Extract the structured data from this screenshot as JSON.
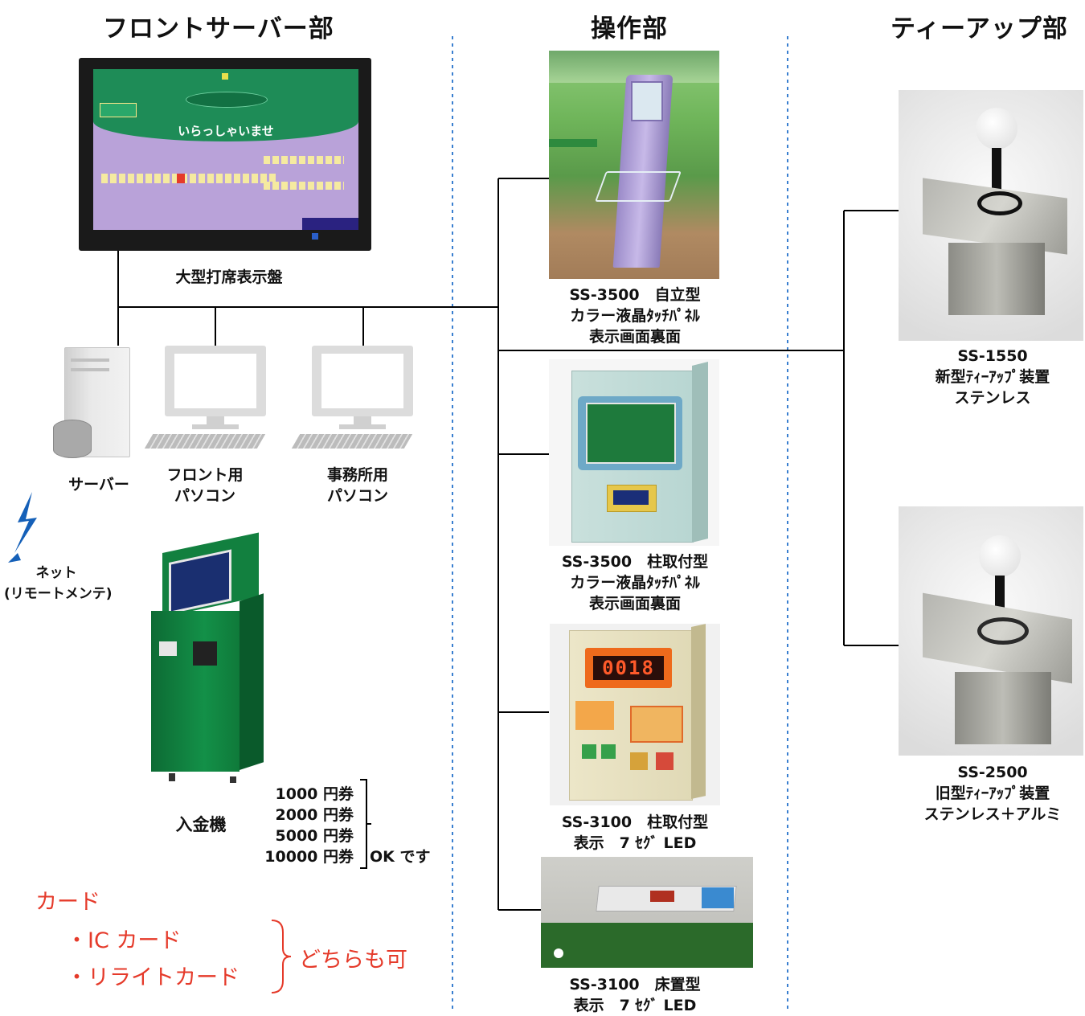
{
  "sections": {
    "front": "フロントサーバー部",
    "operation": "操作部",
    "teeup": "ティーアップ部"
  },
  "front": {
    "display_screen_greeting": "いらっしゃいませ",
    "display_label": "大型打席表示盤",
    "server_label": "サーバー",
    "front_pc_label": [
      "フロント用",
      "パソコン"
    ],
    "office_pc_label": [
      "事務所用",
      "パソコン"
    ],
    "net_label": [
      "ネット",
      "(リモートメンテ)"
    ],
    "deposit_machine_label": "入金機",
    "bills": [
      "1000 円券",
      "2000 円券",
      "5000 円券",
      "10000 円券"
    ],
    "bills_ok": "OK です"
  },
  "card": {
    "title": "カード",
    "items": [
      "・IC カード",
      "・リライトカード"
    ],
    "either": "どちらも可"
  },
  "operation": {
    "items": [
      {
        "lines": [
          "SS-3500　自立型",
          "カラー液晶ﾀｯﾁﾊﾟﾈﾙ",
          "表示画面裏面"
        ]
      },
      {
        "lines": [
          "SS-3500　柱取付型",
          "カラー液晶ﾀｯﾁﾊﾟﾈﾙ",
          "表示画面裏面"
        ]
      },
      {
        "lines": [
          "SS-3100　柱取付型",
          "表示　7 ｾｸﾞ LED"
        ],
        "led_digits": "0018"
      },
      {
        "lines": [
          "SS-3100　床置型",
          "表示　7 ｾｸﾞ LED"
        ]
      }
    ]
  },
  "teeup": {
    "items": [
      {
        "lines": [
          "SS-1550",
          "新型ﾃｨｰｱｯﾌﾟ装置",
          "ステンレス"
        ]
      },
      {
        "lines": [
          "SS-2500",
          "旧型ﾃｨｰｱｯﾌﾟ装置",
          "ステンレス＋アルミ"
        ]
      }
    ]
  },
  "colors": {
    "divider": "#3a7fd0",
    "card_red": "#e53a2a",
    "machine_green": "#0f7a3a"
  }
}
